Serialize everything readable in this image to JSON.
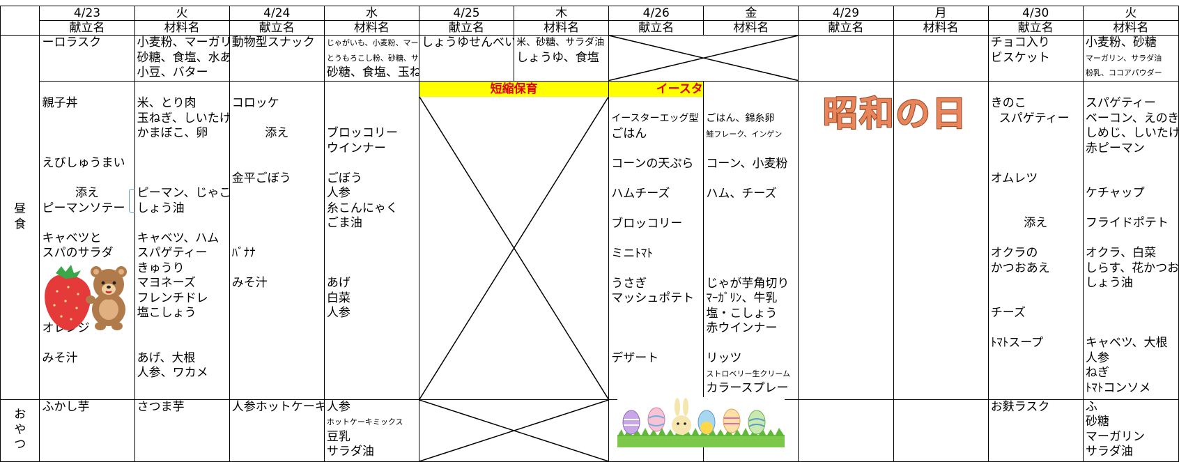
{
  "row_labels": {
    "lunch": "昼\n食",
    "snack": "お\nや\nつ"
  },
  "days": [
    {
      "date": "4/23",
      "weekday": "火"
    },
    {
      "date": "4/24",
      "weekday": "水"
    },
    {
      "date": "4/25",
      "weekday": "木"
    },
    {
      "date": "4/26",
      "weekday": "金"
    },
    {
      "date": "4/29",
      "weekday": "月"
    },
    {
      "date": "4/30",
      "weekday": "火"
    }
  ],
  "col_headers": {
    "dish": "献立名",
    "ingredients": "材料名"
  },
  "snack_am": {
    "d1_dish": [
      "ーロラスク"
    ],
    "d1_ing": [
      "小麦粉、マーガリン",
      "砂糖、食塩、水あめ",
      "小豆、バター"
    ],
    "d2_dish": [
      "動物型スナック"
    ],
    "d2_ing": [
      "じゃがいも、小麦粉、マーガリン",
      "とうもろこし粉、砂糖、サラダ油",
      "砂糖、食塩、玉ねぎ"
    ],
    "d3_dish": [
      "しょうゆせんべい"
    ],
    "d3_ing": [
      "米、砂糖、サラダ油",
      "しょうゆ、食塩"
    ],
    "d6_dish": [
      "チョコ入り",
      "ビスケット"
    ],
    "d6_ing": [
      "小麦粉、砂糖",
      "マーガリン、サラダ油",
      "粉乳、ココアパウダー"
    ]
  },
  "lunch": {
    "d1_dish": [
      "",
      "親子丼",
      "",
      "",
      "",
      "えびしゅうまい",
      "",
      "添え",
      "ピーマンソテー",
      "",
      "キャベツと",
      "スパのサラダ",
      "",
      "",
      "",
      "",
      "オレンジ",
      "",
      "みそ汁"
    ],
    "d1_ing": [
      "",
      "米、とり肉",
      "玉ねぎ、しいたけ",
      "かまぼこ、卵",
      "",
      "",
      "",
      "ピーマン、じゃこ",
      "しょう油",
      "",
      "キャベツ、ハム",
      "スパゲティー",
      "きゅうり",
      "マヨネーズ",
      "フレンチドレ",
      "塩こしょう",
      "",
      "",
      "あげ、大根",
      "人参、ワカメ"
    ],
    "d2_dish": [
      "",
      "コロッケ",
      "",
      "添え",
      "",
      "",
      "金平ごぼう",
      "",
      "",
      "",
      "",
      "ﾊﾞﾅﾅ",
      "",
      "みそ汁"
    ],
    "d2_ing": [
      "",
      "",
      "",
      "ブロッコリー",
      "ウインナー",
      "",
      "ごぼう",
      "人参",
      "糸こんにゃく",
      "ごま油",
      "",
      "",
      "",
      "あげ",
      "白菜",
      "人参"
    ],
    "d3_banner": "短縮保育",
    "d4_banner": "イースターランチ",
    "d4_dish": [
      "",
      "イースターエッグ型",
      "ごはん",
      "",
      "コーンの天ぷら",
      "",
      "ハムチーズ",
      "",
      "ブロッコリー",
      "",
      "ミニﾄﾏﾄ",
      "",
      "うさぎ",
      "マッシュポテト",
      "",
      "",
      "",
      "デザート"
    ],
    "d4_ing": [
      "",
      "ごはん、錦糸卵",
      "鮭フレーク、インゲン",
      "",
      "コーン、小麦粉",
      "",
      "ハム、チーズ",
      "",
      "",
      "",
      "",
      "",
      "じゃが芋角切り",
      "ﾏｰｶﾞﾘﾝ、牛乳",
      "塩・こしょう",
      "赤ウインナー",
      "",
      "リッツ",
      "ストロベリー生クリーム",
      "カラースプレー"
    ],
    "d5_image_text": "昭和の日",
    "d6_dish": [
      "",
      "きのこ",
      "スパゲティー",
      "",
      "",
      "",
      "オムレツ",
      "",
      "",
      "添え",
      "",
      "オクラの",
      "かつおあえ",
      "",
      "",
      "チーズ",
      "",
      "ﾄﾏﾄスープ"
    ],
    "d6_ing": [
      "",
      "スパゲティー",
      "ベーコン、えのき",
      "しめじ、しいたけ",
      "赤ピーマン",
      "",
      "",
      "ケチャップ",
      "",
      "フライドポテト",
      "",
      "オクラ、白菜",
      "しらす、花かつお",
      "しょう油",
      "",
      "",
      "",
      "キャベツ、大根",
      "人参",
      "ねぎ",
      "ﾄﾏﾄコンソメ"
    ]
  },
  "snack_pm": {
    "d1_dish": [
      "ふかし芋"
    ],
    "d1_ing": [
      "さつま芋"
    ],
    "d2_dish": [
      "人参ホットケーキ"
    ],
    "d2_ing": [
      "人参",
      "ホットケーキミックス",
      "豆乳",
      "サラダ油"
    ],
    "d6_dish": [
      "お麩ラスク"
    ],
    "d6_ing": [
      "ふ",
      "砂糖",
      "マーガリン",
      "サラダ油"
    ]
  },
  "colors": {
    "banner_bg": "#ffff00",
    "banner_text": "#e00000",
    "showa_fill": "#e8855a",
    "showa_outline": "#9a4a2a"
  },
  "icons": [
    "strawberry-bear-illustration",
    "easter-eggs-bunny-illustration",
    "showa-day-title-art"
  ]
}
